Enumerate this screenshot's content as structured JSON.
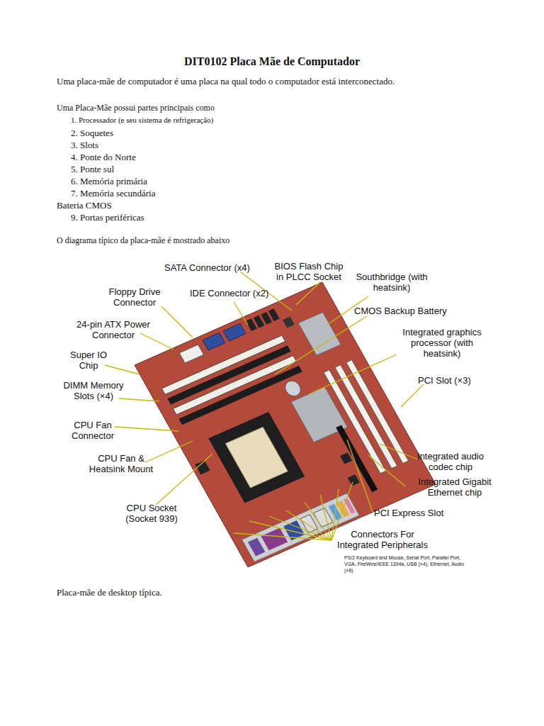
{
  "diagram": {
    "title": "DIT0102 Placa Mãe de Computador",
    "caption": "Placa-mãe de desktop típica.",
    "labels": [
      "Uma placa-mãe de computador é uma placa na qual todo o computador está interconectado.",
      "Uma Placa-Mãe possui partes principais como",
      "1. Processador (e seu sistema de refrigeração)",
      "2. Soquetes",
      "3. Slots",
      "4. Ponte do Norte",
      "5. Ponte sul",
      "6. Memória primária",
      "7. Memória secundária",
      "Bateria CMOS",
      "9. Portas periféricas",
      "O diagrama típico da placa-mãe é mostrado abaixo",
      "SATA Connector (x4)",
      "BIOS Flash Chip in PLCC Socket",
      "Southbridge (with heatsink)",
      "Floppy Drive Connector",
      "IDE Connector (x2)",
      "CMOS Backup Battery",
      "24-pin ATX Power Connector",
      "Integrated graphics processor (with heatsink)",
      "Super IO Chip",
      "PCI Slot (×3)",
      "DIMM Memory Slots (×4)",
      "CPU Fan Connector",
      "CPU Fan & Heatsink Mount",
      "Integrated audio codec chip",
      "Integrated Gigabit Ethernet chip",
      "PCI Express Slot",
      "CPU Socket (Socket 939)",
      "Connectors For Integrated Peripherals",
      "PS/2 Keyboard and Mouse, Serial Port, Parallel Port, VGA, FireWire/IEEE 1394a, USB (×4), Ethernet, Audio (×6)"
    ]
  }
}
